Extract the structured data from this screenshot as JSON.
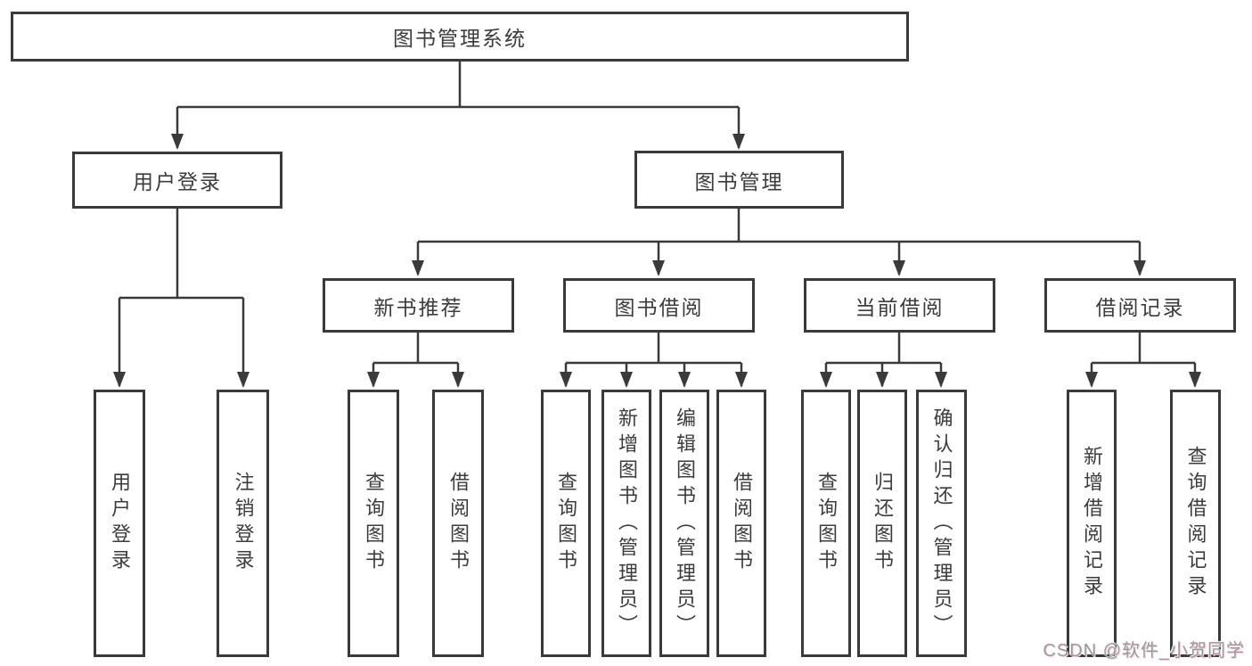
{
  "diagram": {
    "title": "图书管理系统",
    "colors": {
      "line": "#3a3a3a",
      "box_border": "#3a3a3a",
      "box_fill": "#ffffff",
      "text": "#3c3c3c",
      "background": "#ffffff",
      "watermark_text": "#9a9a9a"
    },
    "tree": {
      "root": {
        "label": "图书管理系统",
        "children": [
          {
            "label": "用户登录",
            "children": [
              {
                "label": "用户登录"
              },
              {
                "label": "注销登录"
              }
            ]
          },
          {
            "label": "图书管理",
            "children": [
              {
                "label": "新书推荐",
                "children": [
                  {
                    "label": "查询图书"
                  },
                  {
                    "label": "借阅图书"
                  }
                ]
              },
              {
                "label": "图书借阅",
                "children": [
                  {
                    "label": "查询图书"
                  },
                  {
                    "label": "新增图书（管理员）"
                  },
                  {
                    "label": "编辑图书（管理员）"
                  },
                  {
                    "label": "借阅图书"
                  }
                ]
              },
              {
                "label": "当前借阅",
                "children": [
                  {
                    "label": "查询图书"
                  },
                  {
                    "label": "归还图书"
                  },
                  {
                    "label": "确认归还（管理员）"
                  }
                ]
              },
              {
                "label": "借阅记录",
                "children": [
                  {
                    "label": "新增借阅记录"
                  },
                  {
                    "label": "查询借阅记录"
                  }
                ]
              }
            ]
          }
        ]
      }
    }
  },
  "watermark": {
    "text": "CSDN @软件_小贺同学"
  }
}
